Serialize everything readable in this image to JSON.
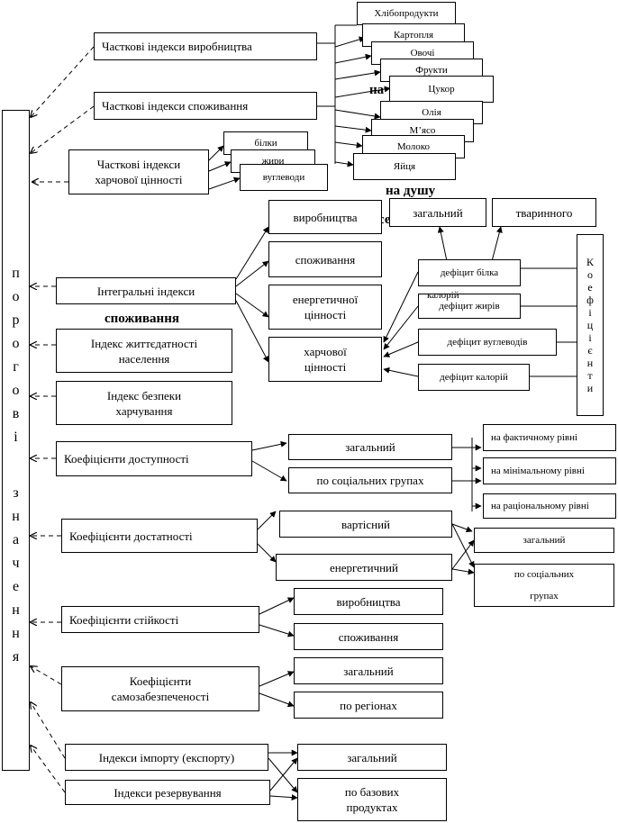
{
  "left_column": {
    "letters_top": [
      "п",
      "о",
      "р",
      "о",
      "г",
      "о",
      "в",
      "і"
    ],
    "letters_bottom": [
      "з",
      "н",
      "а",
      "ч",
      "е",
      "н",
      "н",
      "я"
    ]
  },
  "boxes": {
    "partial_production": "Часткові індекси виробництва",
    "partial_consumption": "Часткові індекси споживання",
    "partial_nutrition": "Часткові індекси харчової цінності",
    "integral": "Інтегральні індекси",
    "vitality": "Індекс життєдатності населення",
    "food_safety": "Індекс безпеки харчування",
    "availability": "Коефіцієнти доступності",
    "sufficiency": "Коефіцієнти достатності",
    "stability": "Коефіцієнти стійкості",
    "self_sufficiency": "Коефіцієнти самозабезпеченості",
    "import_export": "Індекси імпорту (експорту)",
    "reserve": "Індекси резервування"
  },
  "products": [
    "Хлібопродукти",
    "Картопля",
    "Овочі",
    "Фрукти",
    "Цукор",
    "Олія",
    "М’ясо",
    "Молоко",
    "Яйця"
  ],
  "nutrients": [
    "білки",
    "жири",
    "вуглеводи"
  ],
  "integral_sub": {
    "production": "виробництва",
    "consumption": "споживання",
    "energy": "енергетичної цінності",
    "nutrition": "харчової цінності"
  },
  "deficits": {
    "protein": "дефіцит білка",
    "calories_overlap": "калорій",
    "fats": "дефіцит жирів",
    "carbs": "дефіцит вуглеводів",
    "calories": "дефіцит калорій"
  },
  "protein_types": {
    "total": "загальний",
    "animal": "тваринного"
  },
  "coefficients_letters": [
    "К",
    "о",
    "е",
    "ф",
    "і",
    "ц",
    "і",
    "є",
    "н",
    "т",
    "и"
  ],
  "overlaps": {
    "na": "на",
    "na_dushu": "на душу",
    "se": "се",
    "consumption_bold": "споживання"
  },
  "availability_sub": {
    "total": "загальний",
    "social": "по соціальних групах",
    "levels": [
      "на фактичному рівні",
      "на мінімальному рівні",
      "на раціональному рівні"
    ]
  },
  "sufficiency_sub": {
    "cost": "вартісний",
    "energy": "енергетичний",
    "total": "загальний",
    "social": "по соціальних групах"
  },
  "stability_sub": {
    "production": "виробництва",
    "consumption": "споживання"
  },
  "self_sub": {
    "total": "загальний",
    "regions": "по регіонах"
  },
  "import_sub": {
    "total": "загальний",
    "basic": "по базових продуктах"
  }
}
